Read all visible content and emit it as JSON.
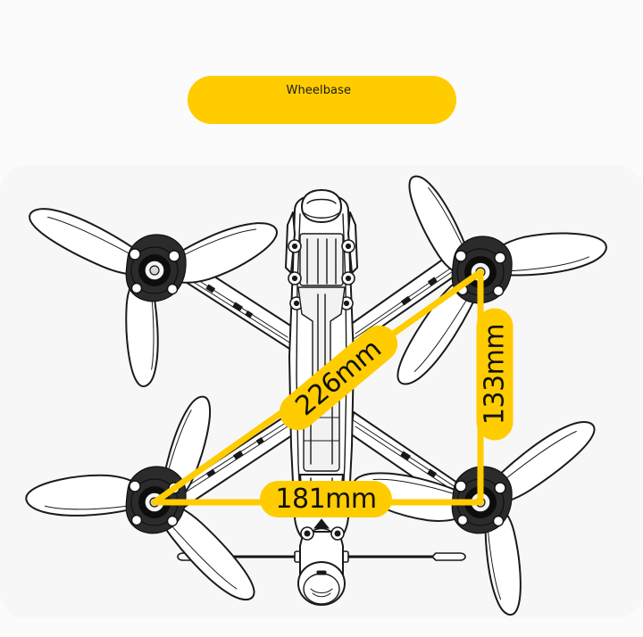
{
  "page": {
    "background_color": "#fbfbfb",
    "accent_color": "#FFCC00",
    "line_color": "#1a1a1a"
  },
  "title": {
    "label": "Wheelbase",
    "pill_color": "#FFCC00",
    "text_color": "#1a1a1a"
  },
  "figure": {
    "subject": "fpv-quadcopter-top-view",
    "card_color": "#f7f7f7",
    "drawing_style": "technical-line-drawing",
    "propeller_blade_count": 3,
    "motor_count": 4
  },
  "dimensions": {
    "horizontal": {
      "name": "motor-to-motor-width",
      "label": "181mm",
      "value": 181,
      "unit": "mm",
      "orientation": "horizontal"
    },
    "vertical": {
      "name": "motor-to-motor-depth",
      "label": "133mm",
      "value": 133,
      "unit": "mm",
      "orientation": "vertical"
    },
    "diagonal": {
      "name": "wheelbase-diagonal",
      "label": "226mm",
      "value": 226,
      "unit": "mm",
      "orientation": "diagonal"
    }
  }
}
